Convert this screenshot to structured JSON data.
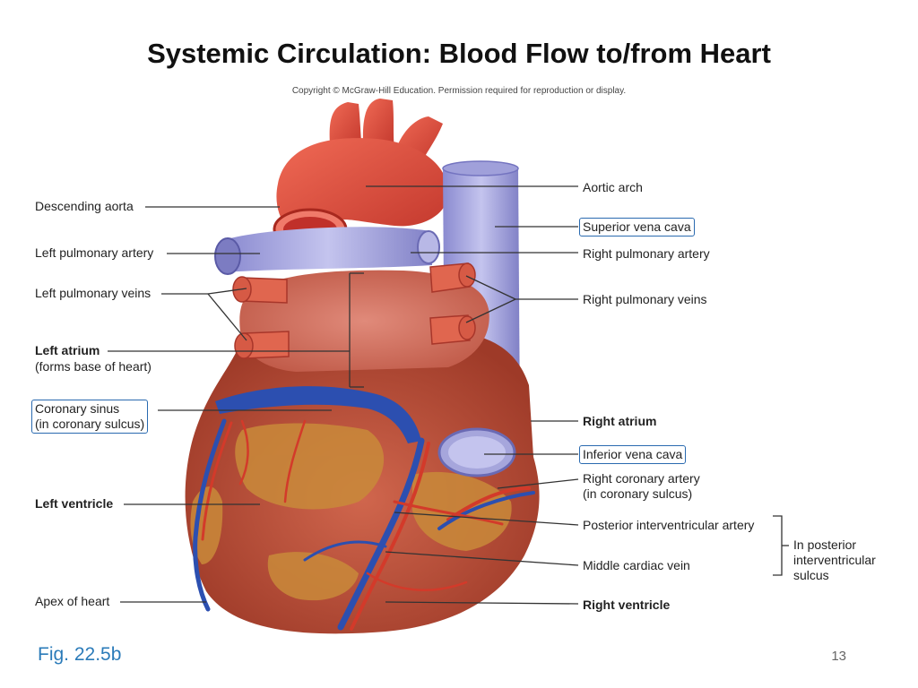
{
  "slide": {
    "title": "Systemic Circulation: Blood Flow to/from Heart",
    "copyright": "Copyright © McGraw-Hill Education. Permission required for reproduction or display.",
    "figure_label": "Fig. 22.5b",
    "page_number": "13"
  },
  "labels": {
    "descending_aorta": "Descending aorta",
    "left_pulmonary_artery": "Left pulmonary artery",
    "left_pulmonary_veins": "Left pulmonary veins",
    "left_atrium": "Left atrium",
    "left_atrium_note": "(forms base of heart)",
    "coronary_sinus": "Coronary sinus",
    "coronary_sinus_note": "(in coronary sulcus)",
    "left_ventricle": "Left ventricle",
    "apex_of_heart": "Apex of heart",
    "aortic_arch": "Aortic arch",
    "superior_vena_cava": "Superior vena cava",
    "right_pulmonary_artery": "Right pulmonary artery",
    "right_pulmonary_veins": "Right pulmonary veins",
    "right_atrium": "Right atrium",
    "inferior_vena_cava": "Inferior vena cava",
    "right_coronary_artery": "Right coronary artery",
    "right_coronary_artery_note": "(in coronary sulcus)",
    "posterior_interventricular_artery": "Posterior interventricular artery",
    "middle_cardiac_vein": "Middle cardiac vein",
    "right_ventricle": "Right ventricle",
    "sulcus_group_line1": "In posterior",
    "sulcus_group_line2": "interventricular",
    "sulcus_group_line3": "sulcus"
  },
  "colors": {
    "artery_red": "#d8473b",
    "vein_blue": "#9a9ad8",
    "coronary_vein": "#2c4fb0",
    "heart_muscle": "#b94a35",
    "fat": "#c98a3a",
    "box_border": "#2a6ab0",
    "fig_label": "#2b7bb9"
  }
}
